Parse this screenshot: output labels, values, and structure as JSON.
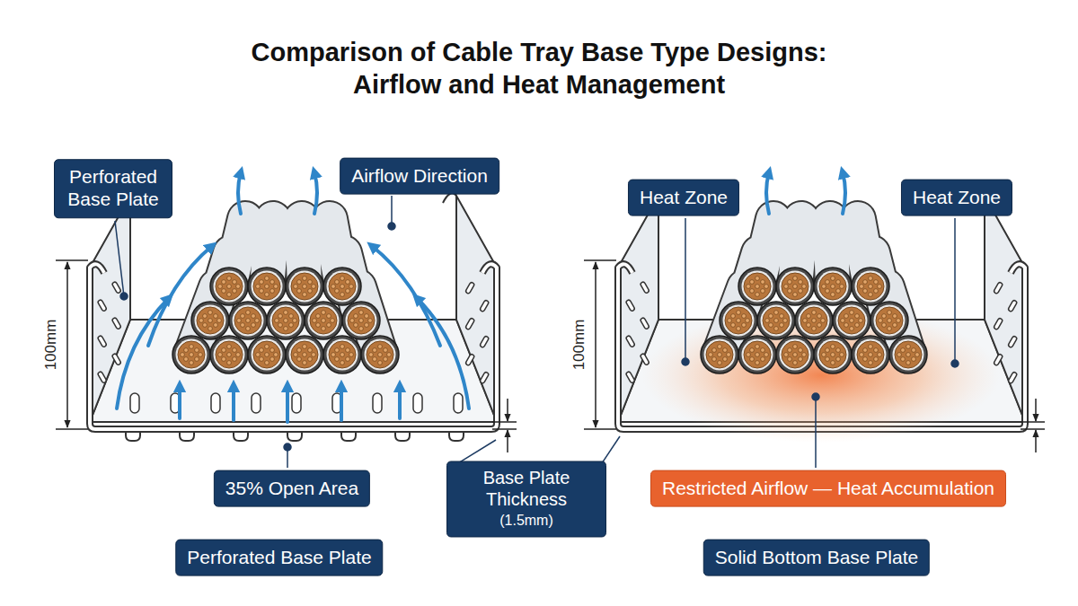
{
  "diagram": {
    "title": "Comparison of Cable Tray Base Type Designs: Airflow and Heat Management",
    "nodes": [
      {
        "text": [
          "Perforated Base Plate"
        ]
      },
      {
        "text": [
          "Airflow Direction"
        ]
      },
      {
        "text": [
          "Heat Zone"
        ]
      },
      {
        "text": [
          "Heat Zone"
        ]
      },
      {
        "text": [
          "35% Open Area"
        ]
      },
      {
        "text": [
          "Base Plate Thickness",
          "(1.5mm)"
        ]
      },
      {
        "text": [
          "Restricted Airflow — Heat Accumulation"
        ]
      },
      {
        "text": [
          "Perforated Base Plate"
        ]
      },
      {
        "text": [
          "Solid Bottom Base Plate"
        ]
      }
    ],
    "labels": [
      "100mm",
      "100mm"
    ]
  }
}
